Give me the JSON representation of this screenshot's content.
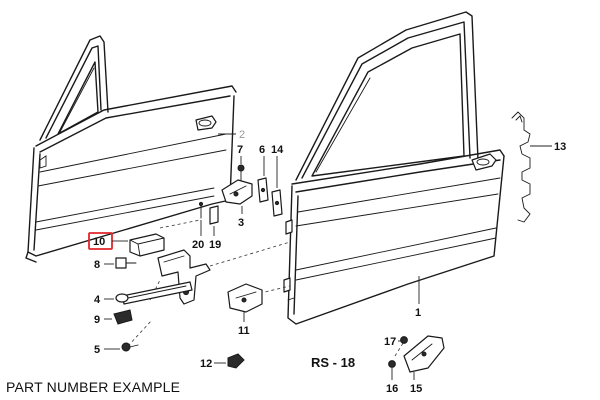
{
  "labels": {
    "p1": "1",
    "p2": "2",
    "p3": "3",
    "p4": "4",
    "p5": "5",
    "p6": "6",
    "p7": "7",
    "p8": "8",
    "p9": "9",
    "p10": "10",
    "p11": "11",
    "p12": "12",
    "p13": "13",
    "p14": "14",
    "p15": "15",
    "p16": "16",
    "p17": "17",
    "p19": "19",
    "p20": "20"
  },
  "diagram_code": "RS - 18",
  "caption": "PART NUMBER EXAMPLE",
  "highlight_color": "#e0262b"
}
